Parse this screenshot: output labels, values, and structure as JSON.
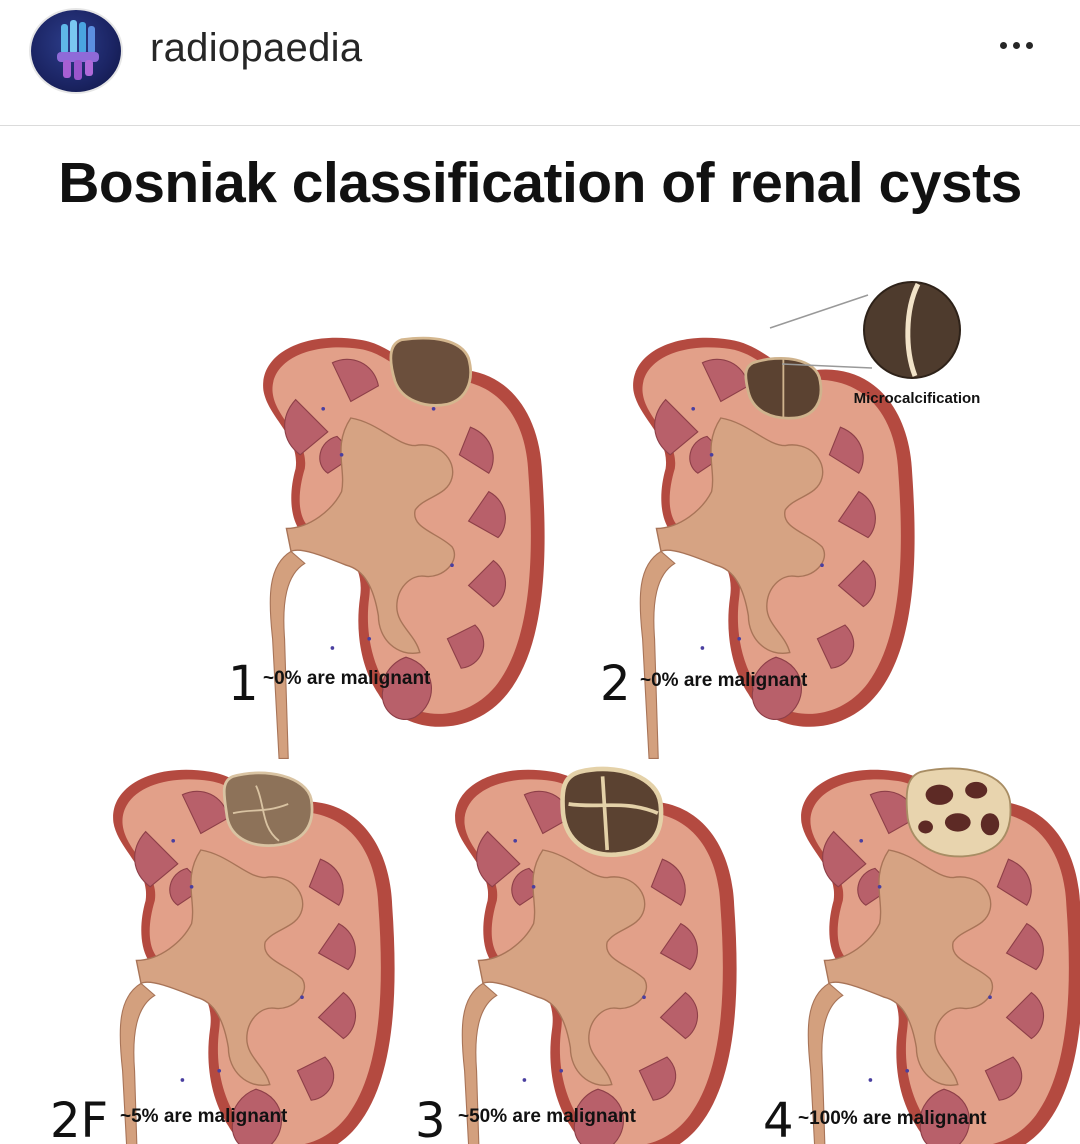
{
  "post": {
    "username": "radiopaedia"
  },
  "figure": {
    "title": "Bosniak classification of renal cysts",
    "callout_label": "Microcalcification",
    "categories": [
      {
        "number": "1",
        "caption": "~0% are malignant"
      },
      {
        "number": "2",
        "caption": "~0% are malignant"
      },
      {
        "number": "2F",
        "caption": "~5% are malignant"
      },
      {
        "number": "3",
        "caption": "~50% are malignant"
      },
      {
        "number": "4",
        "caption": "~100% are malignant"
      }
    ]
  },
  "icons": {
    "avatar": "radiopaedia-logo-icon",
    "menu": "more-options-icon"
  },
  "colors": {
    "capsule": "#b44a40",
    "parenchyma": "#e2a089",
    "pyramid": "#b8606a",
    "sinus": "#d6a383",
    "cyst": "#6b4f3c"
  }
}
